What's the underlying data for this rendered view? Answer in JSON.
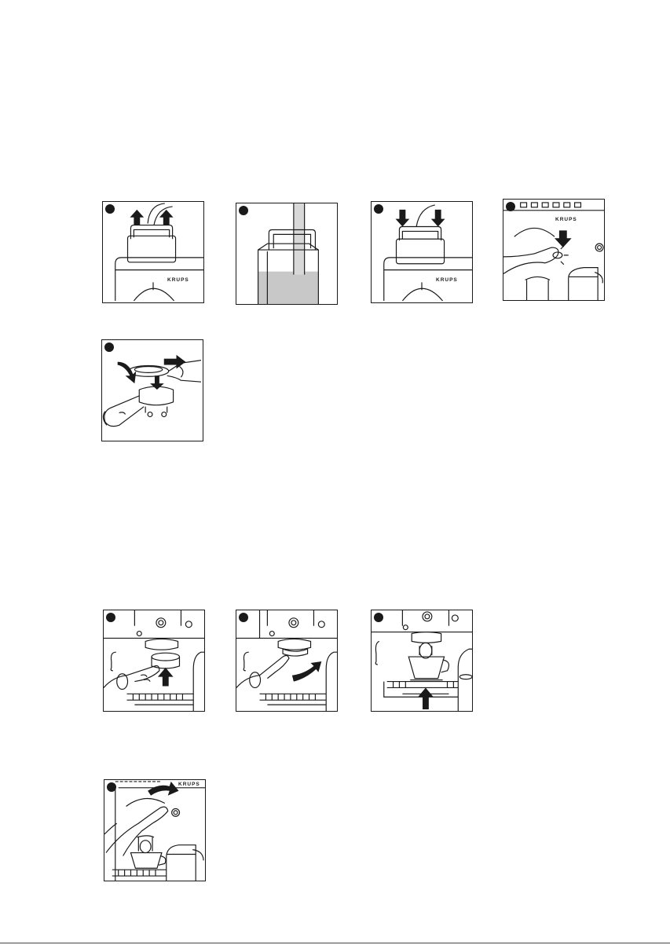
{
  "brand": "KRUPS",
  "panels": [
    {
      "id": "remove-tank",
      "brand_visible": true
    },
    {
      "id": "fill-tank",
      "brand_visible": false
    },
    {
      "id": "replace-tank",
      "brand_visible": true
    },
    {
      "id": "press-power",
      "brand_visible": true
    },
    {
      "id": "insert-pod",
      "brand_visible": false
    },
    {
      "id": "attach-filter-holder",
      "brand_visible": false
    },
    {
      "id": "lock-filter-holder",
      "brand_visible": false
    },
    {
      "id": "place-cup",
      "brand_visible": false
    },
    {
      "id": "turn-selector",
      "brand_visible": true
    }
  ],
  "colors": {
    "line": "#1a1a1a",
    "water": "#c8c8c8",
    "background": "#ffffff"
  }
}
